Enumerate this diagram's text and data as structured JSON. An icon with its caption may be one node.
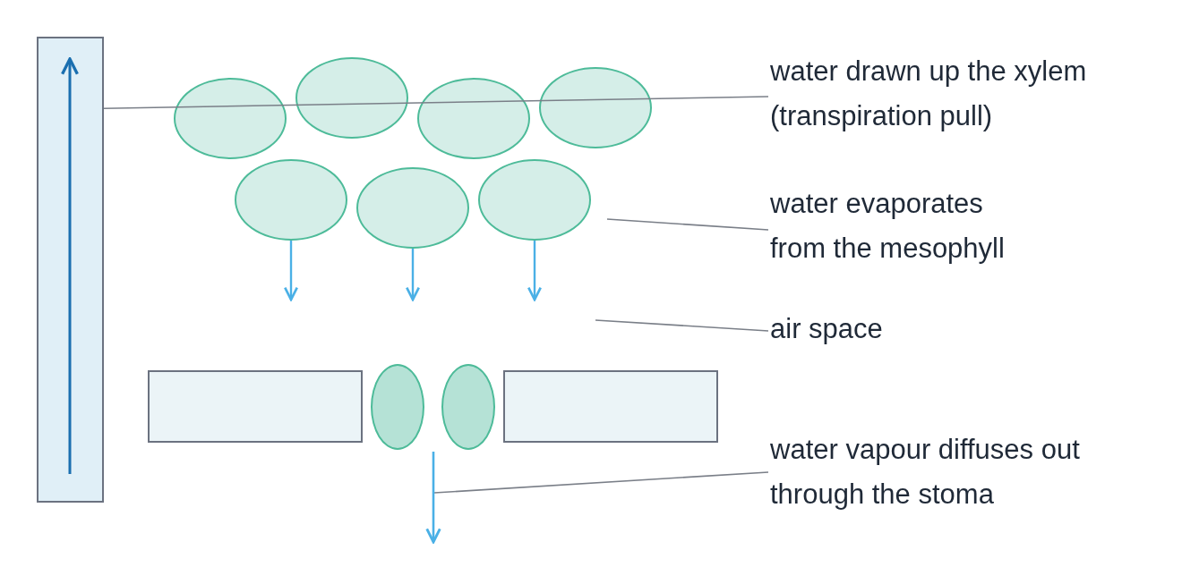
{
  "diagram": {
    "nodes": [
      {
        "text": [],
        "shape": "bar"
      },
      {
        "text": [],
        "shape": "circle"
      },
      {
        "text": [],
        "shape": "circle"
      },
      {
        "text": [],
        "shape": "circle"
      },
      {
        "text": [],
        "shape": "circle"
      },
      {
        "text": [],
        "shape": "circle"
      },
      {
        "text": [],
        "shape": "circle"
      },
      {
        "text": [],
        "shape": "circle"
      },
      {
        "text": [],
        "shape": "box"
      },
      {
        "text": [],
        "shape": "circle"
      },
      {
        "text": [],
        "shape": "circle"
      },
      {
        "text": [],
        "shape": "box"
      },
      {
        "text": [
          "water drawn up the xylem (transpiration pull)"
        ]
      },
      {
        "text": [
          "water evaporates from the mesophyll"
        ]
      },
      {
        "text": [
          "air space"
        ]
      },
      {
        "text": [
          "water vapour diffuses out through the stoma"
        ]
      }
    ],
    "edges": [
      {
        "from": 12,
        "to": 0,
        "arrow": "none"
      },
      {
        "from": 13,
        "to": null,
        "arrow": "none"
      },
      {
        "from": 14,
        "to": null,
        "arrow": "none"
      },
      {
        "from": 15,
        "to": null,
        "arrow": "none"
      },
      {
        "from": 5,
        "to": null,
        "arrow": "to",
        "color": "#4ab0e6"
      },
      {
        "from": 6,
        "to": null,
        "arrow": "to",
        "color": "#4ab0e6"
      },
      {
        "from": 7,
        "to": null,
        "arrow": "to",
        "color": "#4ab0e6"
      }
    ]
  }
}
